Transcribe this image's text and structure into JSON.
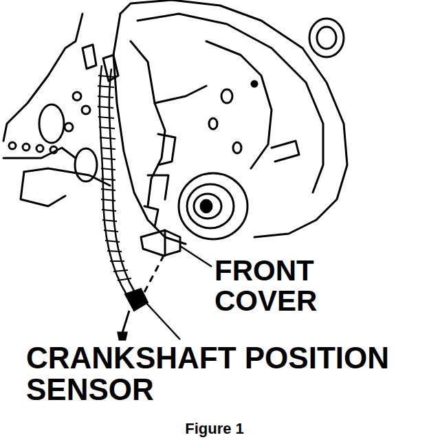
{
  "diagram": {
    "caption": "Figure 1",
    "labels": [
      "FRONT COVER",
      "CRANKSHAFT POSITION SENSOR"
    ]
  }
}
